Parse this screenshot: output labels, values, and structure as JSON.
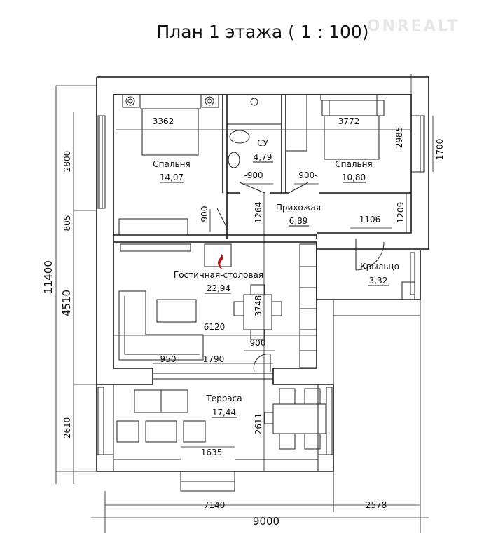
{
  "title": "План 1 этажа ( 1 : 100)",
  "watermark": "ONREALT",
  "rooms": {
    "bedroom1": {
      "name": "Спальня",
      "area": "14,07"
    },
    "bathroom": {
      "name": "СУ",
      "area": "4,79"
    },
    "bedroom2": {
      "name": "Спальня",
      "area": "10,80"
    },
    "hall": {
      "name": "Прихожая",
      "area": "6,89"
    },
    "living": {
      "name": "Гостинная-столовая",
      "area": "22,94"
    },
    "porch": {
      "name": "Крыльцо",
      "area": "3,32"
    },
    "terrace": {
      "name": "Терраса",
      "area": "17,44"
    }
  },
  "dimensions": {
    "bedroom1_width": "3362",
    "bedroom2_width": "3772",
    "bedroom2_depth": "2985",
    "window_right": "1700",
    "door_bath": "-900",
    "door_bed2": "900-",
    "door_bed1": "900",
    "hall_depth": "1264",
    "porch_door": "1106",
    "porch_depth": "1209",
    "living_depth": "3748",
    "living_width": "6120",
    "terrace_door": "900",
    "window_950": "950",
    "window_1790": "1790",
    "terrace_depth": "2611",
    "terrace_opening": "1635",
    "bottom_7140": "7140",
    "bottom_2578": "2578",
    "total_width": "9000",
    "left_2800": "2800",
    "left_805": "805",
    "total_height": "11400",
    "left_4510": "4510",
    "left_2610": "2610"
  },
  "colors": {
    "fireplace_flame": "#b01818"
  }
}
